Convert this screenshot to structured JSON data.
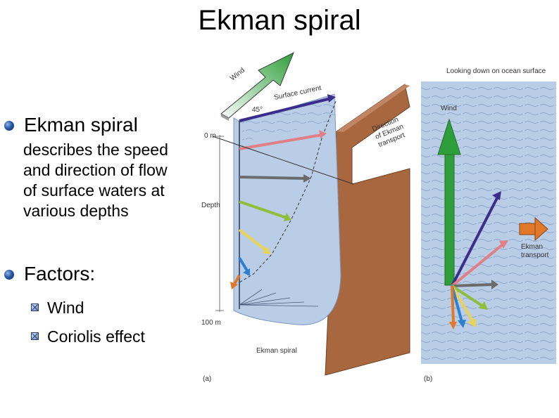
{
  "slide": {
    "title": "Ekman spiral",
    "bullets": [
      {
        "heading": "Ekman spiral",
        "lines": [
          "describes the speed",
          "and direction of flow",
          "of surface waters at",
          "various depths"
        ]
      },
      {
        "heading": "Factors:",
        "sub_items": [
          "Wind",
          "Coriolis effect"
        ]
      }
    ]
  },
  "diagram": {
    "panel_a": {
      "wind_label": "Wind",
      "angle_label": "45°",
      "surface_current_label": "Surface current",
      "depth_top_label": "0 m",
      "depth_axis_label": "Depth",
      "depth_bottom_label": "100 m",
      "spiral_label": "Ekman spiral",
      "transport_label": [
        "Direction",
        "of Ekman",
        "transport"
      ],
      "panel_letter": "(a)"
    },
    "panel_b": {
      "header": "Looking down on ocean surface",
      "wind_label": "Wind",
      "transport_label": [
        "Ekman",
        "transport"
      ],
      "panel_letter": "(b)"
    },
    "colors": {
      "water": "#b9cde6",
      "wall": "#a8673e",
      "wind_arrow": "#2e9e3a"
    }
  }
}
